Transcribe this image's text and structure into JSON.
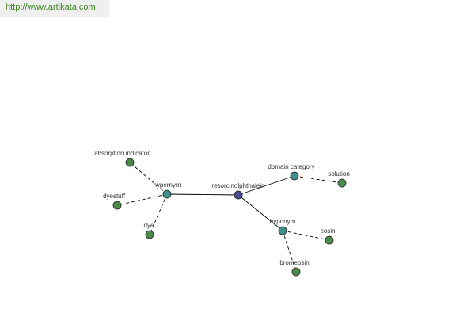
{
  "header": {
    "url": "http://www.artikata.com"
  },
  "colors": {
    "url_text": "#3b8a1e",
    "center_node": "#4a4a8c",
    "relation_node": "#3f8f8a",
    "leaf_node": "#4a8a4a",
    "edge": "#000000"
  },
  "graph": {
    "center": {
      "id": "center",
      "label": "resorcinolphthalein",
      "kind": "center"
    },
    "relations": [
      {
        "id": "hypernym",
        "label": "hypernym",
        "kind": "relation"
      },
      {
        "id": "domain",
        "label": "domain category",
        "kind": "relation"
      },
      {
        "id": "hyponym",
        "label": "hyponym",
        "kind": "relation"
      }
    ],
    "leaves": [
      {
        "id": "absorption",
        "label": "absorption indicator",
        "parent": "hypernym"
      },
      {
        "id": "dyestuff",
        "label": "dyestuff",
        "parent": "hypernym"
      },
      {
        "id": "dye",
        "label": "dye",
        "parent": "hypernym"
      },
      {
        "id": "solution",
        "label": "solution",
        "parent": "domain"
      },
      {
        "id": "eosin",
        "label": "eosin",
        "parent": "hyponym"
      },
      {
        "id": "bromeosin",
        "label": "bromeosin",
        "parent": "hyponym"
      }
    ]
  }
}
